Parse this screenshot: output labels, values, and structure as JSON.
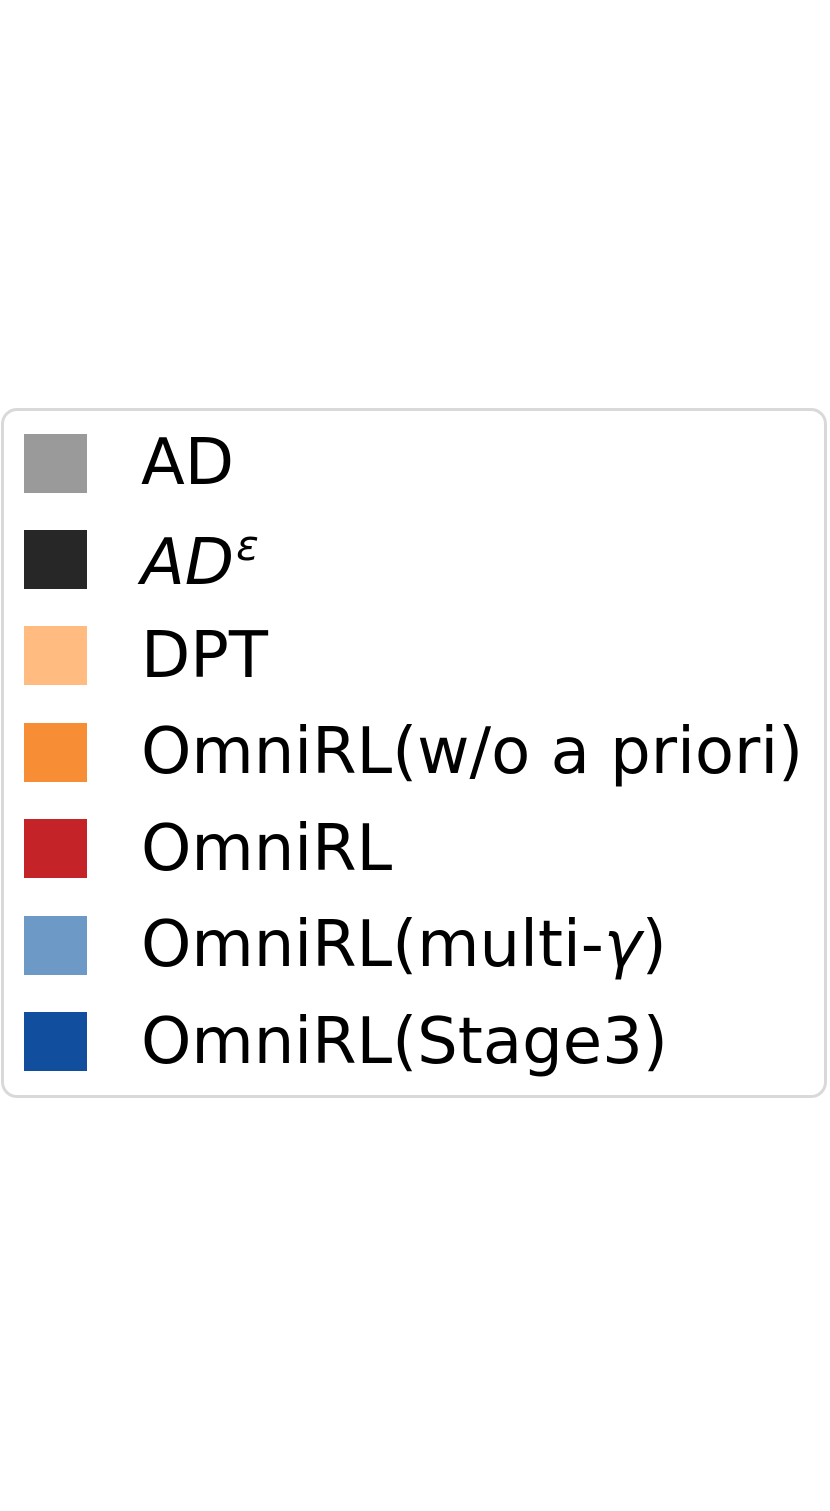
{
  "canvas": {
    "background": "#ffffff"
  },
  "chart_data": {
    "type": "legend",
    "note": "standalone figure legend, no axes or data points visible",
    "legend_entries": [
      "AD",
      "AD^ε",
      "DPT",
      "OmniRL(w/o a priori)",
      "OmniRL",
      "OmniRL(multi-γ)",
      "OmniRL(Stage3)"
    ],
    "legend_colors": [
      "#9a9a9a",
      "#272727",
      "#ffbb80",
      "#f78d35",
      "#c42428",
      "#6d99c7",
      "#114f9e"
    ],
    "legend_position": "centered block, rounded box with light gray border"
  },
  "legend": {
    "border_color": "#d9d9d9",
    "background": "#ffffff",
    "items": [
      {
        "name": "ad",
        "color": "#9a9a9a",
        "parts": [
          {
            "text": "AD",
            "style": "normal"
          }
        ]
      },
      {
        "name": "ad-epsilon",
        "color": "#272727",
        "parts": [
          {
            "text": "AD",
            "style": "italic"
          },
          {
            "text": "ε",
            "style": "sup-italic"
          }
        ]
      },
      {
        "name": "dpt",
        "color": "#ffbb80",
        "parts": [
          {
            "text": "DPT",
            "style": "normal"
          }
        ]
      },
      {
        "name": "omnirl-wo-a-priori",
        "color": "#f78d35",
        "parts": [
          {
            "text": "OmniRL(w/o a priori)",
            "style": "normal"
          }
        ]
      },
      {
        "name": "omnirl",
        "color": "#c42428",
        "parts": [
          {
            "text": "OmniRL",
            "style": "normal"
          }
        ]
      },
      {
        "name": "omnirl-multi-gamma",
        "color": "#6d99c7",
        "parts": [
          {
            "text": "OmniRL(multi-",
            "style": "normal"
          },
          {
            "text": "γ",
            "style": "italic"
          },
          {
            "text": ")",
            "style": "normal"
          }
        ]
      },
      {
        "name": "omnirl-stage3",
        "color": "#114f9e",
        "parts": [
          {
            "text": "OmniRL(Stage3)",
            "style": "normal"
          }
        ]
      }
    ]
  }
}
